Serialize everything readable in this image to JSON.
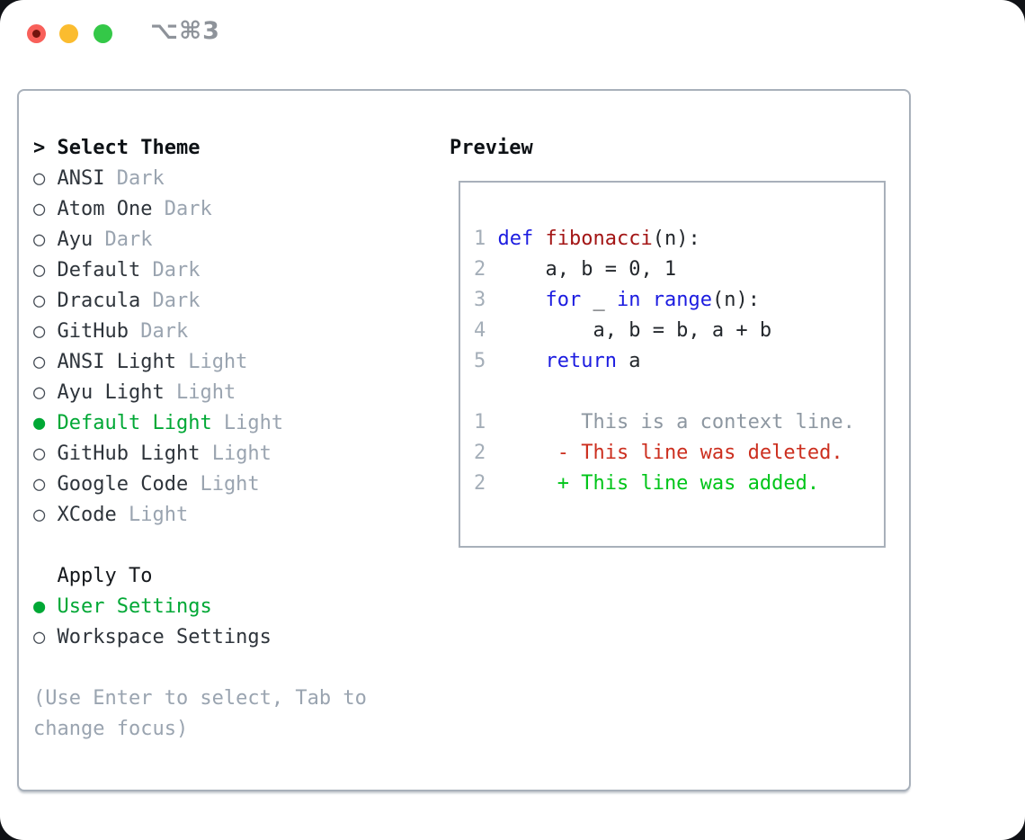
{
  "window": {
    "shortcut_label": "⌥⌘3",
    "traffic_lights": [
      {
        "name": "close",
        "color": "#f8605a",
        "dot_color": "#71140e"
      },
      {
        "name": "minimize",
        "color": "#fbbc2f"
      },
      {
        "name": "maximize",
        "color": "#34c848"
      }
    ]
  },
  "theme_picker": {
    "prompt": ">",
    "title": "Select Theme",
    "marker_selected": "●",
    "marker_unselected": "○",
    "items": [
      {
        "label": "ANSI",
        "variant": "Dark",
        "selected": false
      },
      {
        "label": "Atom One",
        "variant": "Dark",
        "selected": false
      },
      {
        "label": "Ayu",
        "variant": "Dark",
        "selected": false
      },
      {
        "label": "Default",
        "variant": "Dark",
        "selected": false
      },
      {
        "label": "Dracula",
        "variant": "Dark",
        "selected": false
      },
      {
        "label": "GitHub",
        "variant": "Dark",
        "selected": false
      },
      {
        "label": "ANSI Light",
        "variant": "Light",
        "selected": false
      },
      {
        "label": "Ayu Light",
        "variant": "Light",
        "selected": false
      },
      {
        "label": "Default Light",
        "variant": "Light",
        "selected": true
      },
      {
        "label": "GitHub Light",
        "variant": "Light",
        "selected": false
      },
      {
        "label": "Google Code",
        "variant": "Light",
        "selected": false
      },
      {
        "label": "XCode",
        "variant": "Light",
        "selected": false
      }
    ],
    "apply_to": {
      "title": "Apply To",
      "options": [
        {
          "label": "User Settings",
          "selected": true
        },
        {
          "label": "Workspace Settings",
          "selected": false
        }
      ]
    },
    "hint_lines": [
      "(Use Enter to select, Tab to",
      "change focus)"
    ]
  },
  "preview": {
    "title": "Preview",
    "lines": [
      {
        "name": "code-line-1",
        "segments": [
          [
            "1",
            "num"
          ],
          [
            " ",
            "p"
          ],
          [
            "def",
            "kw"
          ],
          [
            " ",
            "p"
          ],
          [
            "fibonacci",
            "fn"
          ],
          [
            "(n):",
            "p"
          ]
        ]
      },
      {
        "name": "code-line-2",
        "segments": [
          [
            "2",
            "num"
          ],
          [
            "     ",
            "p"
          ],
          [
            "a, b = 0, 1",
            "p"
          ]
        ]
      },
      {
        "name": "code-line-3",
        "segments": [
          [
            "3",
            "num"
          ],
          [
            "     ",
            "p"
          ],
          [
            "for",
            "kw"
          ],
          [
            " _ ",
            "p"
          ],
          [
            "in",
            "kw"
          ],
          [
            " ",
            "p"
          ],
          [
            "range",
            "kw"
          ],
          [
            "(n):",
            "p"
          ]
        ]
      },
      {
        "name": "code-line-4",
        "segments": [
          [
            "4",
            "num"
          ],
          [
            "         ",
            "p"
          ],
          [
            "a, b = b, a + b",
            "p"
          ]
        ]
      },
      {
        "name": "code-line-5",
        "segments": [
          [
            "5",
            "num"
          ],
          [
            "     ",
            "p"
          ],
          [
            "return",
            "kw"
          ],
          [
            " a",
            "p"
          ]
        ]
      },
      {
        "name": "blank-line",
        "segments": []
      },
      {
        "name": "diff-context-line",
        "segments": [
          [
            "1",
            "num"
          ],
          [
            "        ",
            "p"
          ],
          [
            "This is a context line.",
            "ctx"
          ]
        ]
      },
      {
        "name": "diff-deleted-line",
        "segments": [
          [
            "2",
            "num"
          ],
          [
            "      ",
            "p"
          ],
          [
            "- This line was deleted.",
            "del"
          ]
        ]
      },
      {
        "name": "diff-added-line",
        "segments": [
          [
            "2",
            "num"
          ],
          [
            "      ",
            "p"
          ],
          [
            "+ This line was added.",
            "add"
          ]
        ]
      }
    ]
  },
  "colors": {
    "selection_green": "#00a835",
    "added_green": "#00c519",
    "deleted_red": "#cc2f1f",
    "keyword_blue": "#1c1ce0",
    "function_red": "#a31515",
    "muted_gray": "#9aa4b0",
    "border_gray": "#a8b0ba"
  }
}
